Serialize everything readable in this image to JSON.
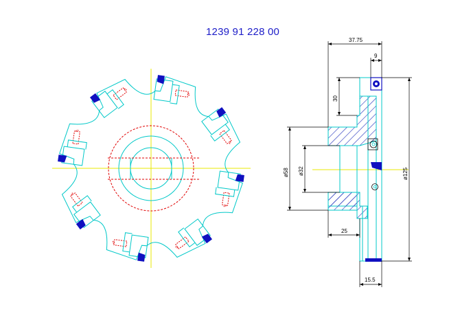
{
  "drawing": {
    "part_number": "1239 91 228 00",
    "dimensions": {
      "overall_width": "37.75",
      "insert_width": "9",
      "top_height": "30",
      "hub_diameter": "ø58",
      "bore_diameter": "ø32",
      "hub_width": "25",
      "cutter_diameter": "ø125",
      "cutting_width": "15.5"
    },
    "colors": {
      "outline": "#00c8c8",
      "centerline": "#e8e800",
      "hidden": "#e00000",
      "insert": "#1010c0",
      "hatch": "#3040c0",
      "dimension": "#000000",
      "title": "#1c1cc8"
    }
  }
}
